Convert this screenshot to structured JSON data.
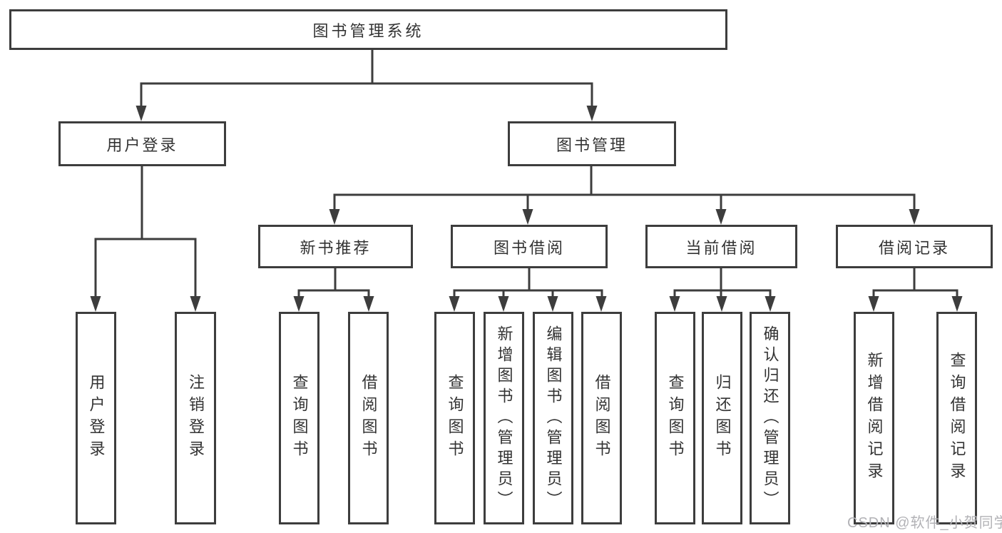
{
  "tree": {
    "label": "图书管理系统",
    "children": [
      {
        "label": "用户登录",
        "children": [
          {
            "label": "用户登录"
          },
          {
            "label": "注销登录"
          }
        ]
      },
      {
        "label": "图书管理",
        "children": [
          {
            "label": "新书推荐",
            "children": [
              {
                "label": "查询图书"
              },
              {
                "label": "借阅图书"
              }
            ]
          },
          {
            "label": "图书借阅",
            "children": [
              {
                "label": "查询图书"
              },
              {
                "label": "新增图书（管理员）"
              },
              {
                "label": "编辑图书（管理员）"
              },
              {
                "label": "借阅图书"
              }
            ]
          },
          {
            "label": "当前借阅",
            "children": [
              {
                "label": "查询图书"
              },
              {
                "label": "归还图书"
              },
              {
                "label": "确认归还（管理员）"
              }
            ]
          },
          {
            "label": "借阅记录",
            "children": [
              {
                "label": "新增借阅记录"
              },
              {
                "label": "查询借阅记录"
              }
            ]
          }
        ]
      }
    ]
  },
  "watermark": "CSDN @软件_小贺同学",
  "colors": {
    "line": "#3d3d3d",
    "text": "#333333",
    "watermark": "#b2b2b6",
    "background": "#ffffff"
  }
}
